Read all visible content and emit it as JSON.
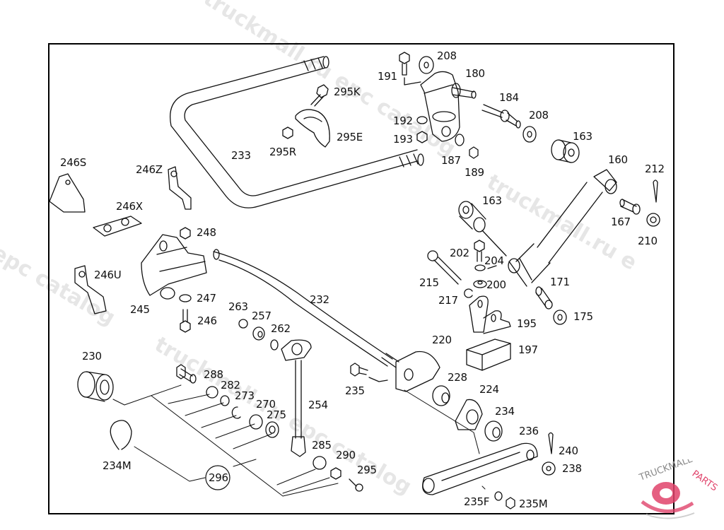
{
  "diagram": {
    "type": "exploded parts catalog illustration",
    "subject": "Stabilizer bar / shock absorber assembly",
    "watermarks": [
      {
        "text": "truckmall.ru epc catalog"
      },
      {
        "text": "epc catalog"
      },
      {
        "text": "truckmall.ru epc catalog"
      },
      {
        "text": "truckmall.ru e"
      }
    ],
    "brand": {
      "text_left": "TRUCKMALL",
      "text_right": "PARTS",
      "accent_color": "#e0436b",
      "text_color": "#8a8a8a"
    },
    "parts": [
      {
        "ref": "208",
        "id": "p208a"
      },
      {
        "ref": "191",
        "id": "p191"
      },
      {
        "ref": "180",
        "id": "p180"
      },
      {
        "ref": "295K",
        "id": "p295k"
      },
      {
        "ref": "184",
        "id": "p184"
      },
      {
        "ref": "192",
        "id": "p192"
      },
      {
        "ref": "208",
        "id": "p208b"
      },
      {
        "ref": "193",
        "id": "p193"
      },
      {
        "ref": "295E",
        "id": "p295e"
      },
      {
        "ref": "163",
        "id": "p163a"
      },
      {
        "ref": "233",
        "id": "p233"
      },
      {
        "ref": "295R",
        "id": "p295r"
      },
      {
        "ref": "187",
        "id": "p187"
      },
      {
        "ref": "189",
        "id": "p189"
      },
      {
        "ref": "160",
        "id": "p160"
      },
      {
        "ref": "212",
        "id": "p212"
      },
      {
        "ref": "246S",
        "id": "p246s"
      },
      {
        "ref": "246Z",
        "id": "p246z"
      },
      {
        "ref": "246X",
        "id": "p246x"
      },
      {
        "ref": "163",
        "id": "p163b"
      },
      {
        "ref": "167",
        "id": "p167"
      },
      {
        "ref": "210",
        "id": "p210"
      },
      {
        "ref": "248",
        "id": "p248"
      },
      {
        "ref": "202",
        "id": "p202"
      },
      {
        "ref": "204",
        "id": "p204"
      },
      {
        "ref": "246U",
        "id": "p246u"
      },
      {
        "ref": "215",
        "id": "p215"
      },
      {
        "ref": "200",
        "id": "p200"
      },
      {
        "ref": "171",
        "id": "p171"
      },
      {
        "ref": "232",
        "id": "p232"
      },
      {
        "ref": "217",
        "id": "p217"
      },
      {
        "ref": "247",
        "id": "p247"
      },
      {
        "ref": "245",
        "id": "p245"
      },
      {
        "ref": "263",
        "id": "p263"
      },
      {
        "ref": "257",
        "id": "p257"
      },
      {
        "ref": "175",
        "id": "p175"
      },
      {
        "ref": "246",
        "id": "p246"
      },
      {
        "ref": "195",
        "id": "p195"
      },
      {
        "ref": "262",
        "id": "p262"
      },
      {
        "ref": "220",
        "id": "p220"
      },
      {
        "ref": "197",
        "id": "p197"
      },
      {
        "ref": "230",
        "id": "p230"
      },
      {
        "ref": "228",
        "id": "p228"
      },
      {
        "ref": "288",
        "id": "p288"
      },
      {
        "ref": "282",
        "id": "p282"
      },
      {
        "ref": "235",
        "id": "p235"
      },
      {
        "ref": "224",
        "id": "p224"
      },
      {
        "ref": "273",
        "id": "p273"
      },
      {
        "ref": "270",
        "id": "p270"
      },
      {
        "ref": "254",
        "id": "p254"
      },
      {
        "ref": "275",
        "id": "p275"
      },
      {
        "ref": "234",
        "id": "p234"
      },
      {
        "ref": "236",
        "id": "p236"
      },
      {
        "ref": "285",
        "id": "p285"
      },
      {
        "ref": "240",
        "id": "p240"
      },
      {
        "ref": "290",
        "id": "p290"
      },
      {
        "ref": "234M",
        "id": "p234m"
      },
      {
        "ref": "238",
        "id": "p238"
      },
      {
        "ref": "295",
        "id": "p295"
      },
      {
        "ref": "296",
        "id": "p296",
        "circled": true
      },
      {
        "ref": "235F",
        "id": "p235f"
      },
      {
        "ref": "235M",
        "id": "p235m"
      }
    ]
  }
}
